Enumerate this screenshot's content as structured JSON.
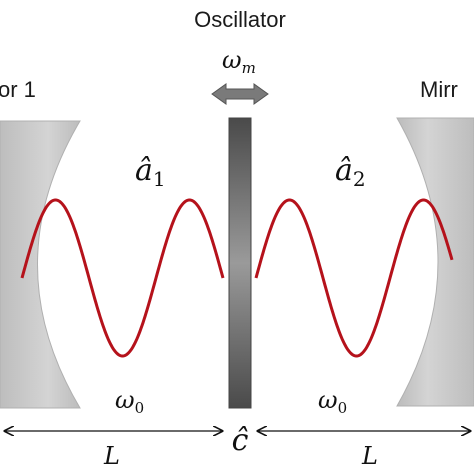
{
  "labels": {
    "oscillator": "Oscillator",
    "mirror_left": "or 1",
    "mirror_right": "Mirr",
    "omega_m": "ω",
    "omega_m_sub": "m",
    "a1_base": "â",
    "a1_sub": "1",
    "a2_base": "â",
    "a2_sub": "2",
    "omega0_left": "ω",
    "omega0_left_sub": "0",
    "omega0_right": "ω",
    "omega0_right_sub": "0",
    "c_hat": "ĉ",
    "L_left": "L",
    "L_right": "L"
  },
  "colors": {
    "wave": "#b5121b",
    "mirror": "#c6c6c6",
    "membrane": "#5c5c5c",
    "arrow": "#7a7a7a"
  }
}
